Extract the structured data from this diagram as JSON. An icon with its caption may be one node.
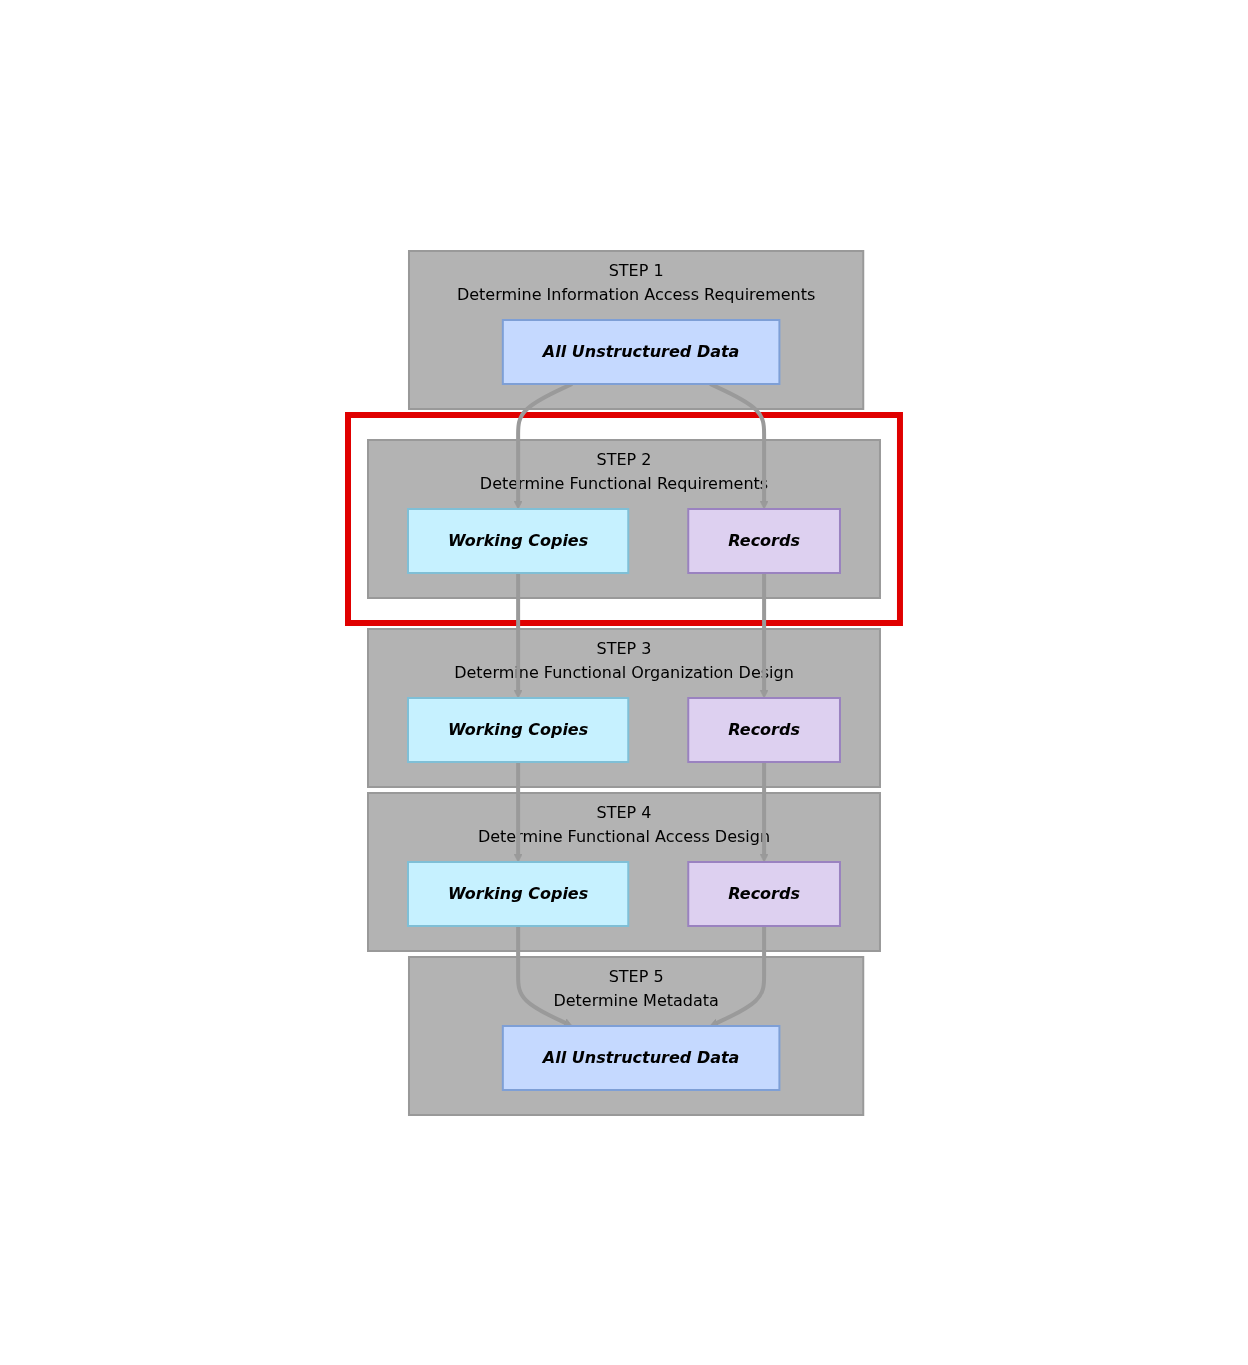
{
  "diagram": {
    "nodes": [
      {
        "text": [
          "STEP 1",
          "Determine Information Access Requirements"
        ]
      },
      {
        "text": [
          "All Unstructured Data"
        ],
        "in": 0
      },
      {
        "text": [],
        "shape": "box"
      },
      {
        "text": [
          "STEP 2",
          "Determine Functional Requirements"
        ],
        "in": 2
      },
      {
        "text": [
          "Working Copies"
        ],
        "in": 3
      },
      {
        "text": [
          "Records"
        ],
        "in": 3
      },
      {
        "text": [
          "STEP 3",
          "Determine Functional Organization Design"
        ]
      },
      {
        "text": [
          "Working Copies"
        ],
        "in": 6
      },
      {
        "text": [
          "Records"
        ],
        "in": 6
      },
      {
        "text": [
          "STEP 4",
          "Determine Functional Access Design"
        ]
      },
      {
        "text": [
          "Working Copies"
        ],
        "in": 9
      },
      {
        "text": [
          "Records"
        ],
        "in": 9
      },
      {
        "text": [
          "STEP 5",
          "Determine Metadata"
        ]
      },
      {
        "text": [
          "All Unstructured Data"
        ],
        "in": 12
      }
    ],
    "edges": [
      {
        "from": 1,
        "to": 4,
        "arrow": "to"
      },
      {
        "from": 1,
        "to": 5,
        "arrow": "to"
      },
      {
        "from": 4,
        "to": 7,
        "arrow": "to"
      },
      {
        "from": 5,
        "to": 8,
        "arrow": "to"
      },
      {
        "from": 7,
        "to": 10,
        "arrow": "to"
      },
      {
        "from": 8,
        "to": 11,
        "arrow": "to"
      },
      {
        "from": 10,
        "to": 13,
        "arrow": "to"
      },
      {
        "from": 11,
        "to": 13,
        "arrow": "to"
      }
    ]
  }
}
